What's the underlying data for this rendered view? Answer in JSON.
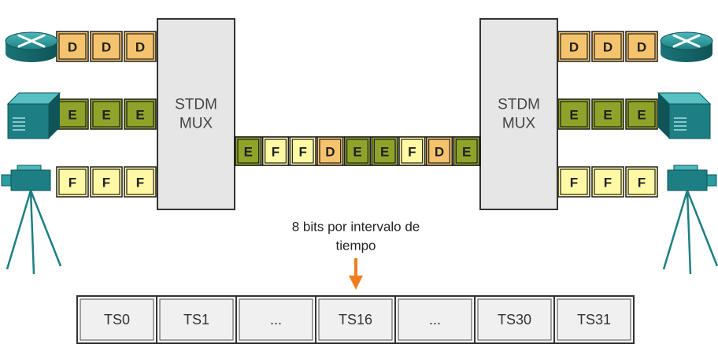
{
  "colors": {
    "D": "#f5c36e",
    "E": "#8fa32b",
    "F": "#fff9a6",
    "mux_fill": "#e6e6e6",
    "arrow": "#f07d1e",
    "device": "#1a7c80"
  },
  "left_streams": [
    {
      "device": "router-icon",
      "cells": [
        "D",
        "D",
        "D"
      ]
    },
    {
      "device": "server-icon",
      "cells": [
        "E",
        "E",
        "E"
      ]
    },
    {
      "device": "camera-icon",
      "cells": [
        "F",
        "F",
        "F"
      ]
    }
  ],
  "right_streams": [
    {
      "device": "router-icon",
      "cells": [
        "D",
        "D",
        "D"
      ]
    },
    {
      "device": "server-icon",
      "cells": [
        "E",
        "E",
        "E"
      ]
    },
    {
      "device": "camera-icon",
      "cells": [
        "F",
        "F",
        "F"
      ]
    }
  ],
  "mux_left": {
    "line1": "STDM",
    "line2": "MUX"
  },
  "mux_right": {
    "line1": "STDM",
    "line2": "MUX"
  },
  "link_cells": [
    "E",
    "F",
    "F",
    "D",
    "E",
    "E",
    "F",
    "D",
    "E"
  ],
  "caption": {
    "line1": "8 bits por intervalo de",
    "line2": "tiempo"
  },
  "timeslots": [
    "TS0",
    "TS1",
    "...",
    "TS16",
    "...",
    "TS30",
    "TS31"
  ]
}
